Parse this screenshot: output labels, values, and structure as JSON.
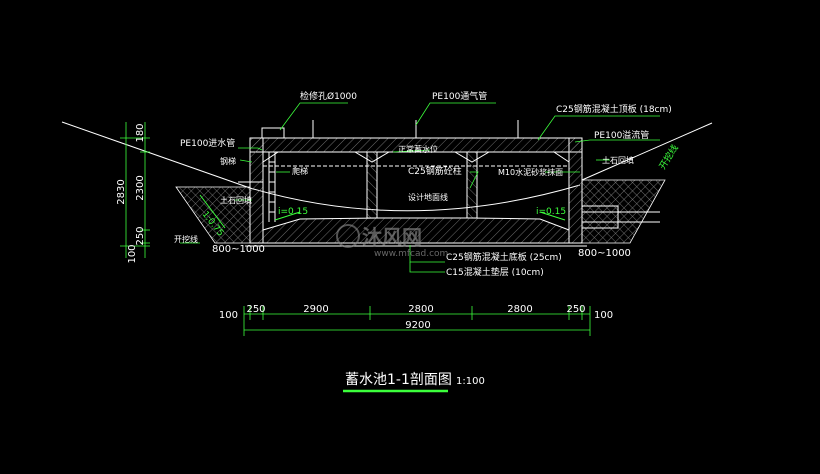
{
  "colors": {
    "background": "#000000",
    "line": "#ffffff",
    "accent": "#3cff3c",
    "hatch": "#8a8a8a",
    "leader": "#3cff3c"
  },
  "labels": {
    "sand_pile": "检修孔Ø1000",
    "vent_pipe": "PE100通气管",
    "roof_slab": "C25钢筋混凝土顶板 (18cm)",
    "inlet_pipe": "PE100进水管",
    "overflow_pipe": "PE100溢流管",
    "ladder": "爬梯",
    "rebar": "钢梯",
    "highest_level": "正常蓄水位",
    "column": "C25钢筋砼柱",
    "mortar": "M10水泥砂浆抹面",
    "backfill_left": "土石回填",
    "backfill_right": "土石回填",
    "design_ground": "设计地面线",
    "slope_left": "1:0.75",
    "bottom_slope_left": "i=0.15",
    "bottom_slope_right": "i=0.15",
    "excavation_left": "开挖线",
    "excavation_right": "开挖线",
    "bottom_slab": "C25钢筋混凝土底板 (25cm)",
    "cushion": "C15混凝土垫层 (10cm)",
    "work_face_left": "800~1000",
    "work_face_right": "800~1000"
  },
  "dims_vertical": {
    "top": "180",
    "middle": "2300",
    "lower": "250",
    "bottom": "100",
    "total": "2830"
  },
  "dims_horizontal": {
    "edge_left": "100",
    "wall_left": "250",
    "span_1": "2900",
    "span_2": "2800",
    "span_3": "2800",
    "wall_right": "250",
    "edge_right": "100",
    "total": "9200"
  },
  "title": {
    "text": "蓄水池1-1剖面图",
    "scale": "1:100"
  },
  "watermark": {
    "text": "沐风网",
    "url": "www.mfcad.com"
  }
}
